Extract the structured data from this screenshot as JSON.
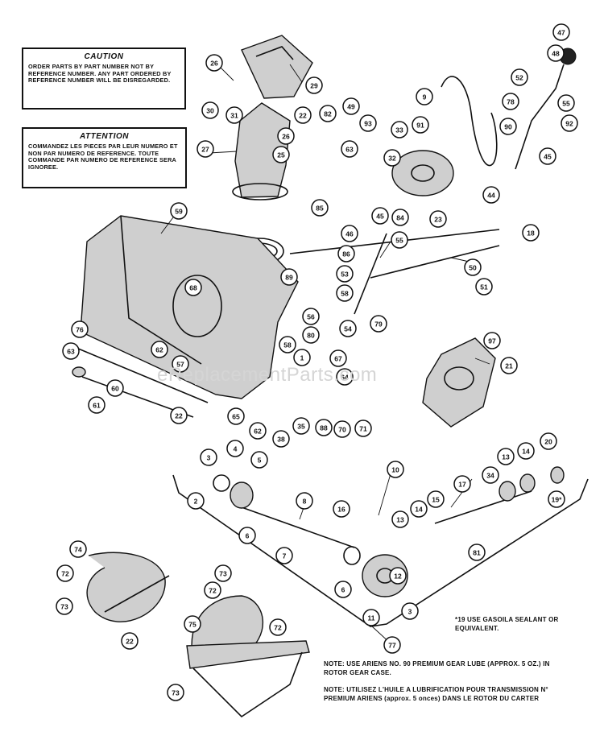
{
  "caution": {
    "title": "CAUTION",
    "text": "ORDER PARTS BY PART NUMBER NOT BY REFERENCE NUMBER. ANY PART ORDERED BY REFERENCE NUMBER WILL BE DISREGARDED."
  },
  "attention": {
    "title": "ATTENTION",
    "text": "COMMANDEZ LES PIECES PAR LEUR NUMERO ET NON PAR NUMERO DE REFERENCE. TOUTE COMMANDE PAR NUMERO DE REFERENCE SERA IGNOREE."
  },
  "watermark": "eReplacementParts.com",
  "notes": {
    "sealant": "*19 USE GASOILA SEALANT OR EQUIVALENT.",
    "gear_lube": "NOTE: USE ARIENS NO. 90 PREMIUM GEAR LUBE (APPROX. 5 OZ.) IN ROTOR GEAR CASE.",
    "gear_lube_fr": "NOTE: UTILISEZ L'HUILE A LUBRIFICATION POUR TRANSMISSION N° PREMIUM ARIENS (approx. 5 onces) DANS LE ROTOR DU CARTER"
  },
  "callouts": [
    {
      "label": "47"
    },
    {
      "label": "48"
    },
    {
      "label": "52"
    },
    {
      "label": "78"
    },
    {
      "label": "55"
    },
    {
      "label": "90"
    },
    {
      "label": "92"
    },
    {
      "label": "45"
    },
    {
      "label": "26"
    },
    {
      "label": "29"
    },
    {
      "label": "30"
    },
    {
      "label": "31"
    },
    {
      "label": "27"
    },
    {
      "label": "22"
    },
    {
      "label": "26"
    },
    {
      "label": "25"
    },
    {
      "label": "82"
    },
    {
      "label": "49"
    },
    {
      "label": "93"
    },
    {
      "label": "63"
    },
    {
      "label": "32"
    },
    {
      "label": "33"
    },
    {
      "label": "91"
    },
    {
      "label": "9"
    },
    {
      "label": "44"
    },
    {
      "label": "18"
    },
    {
      "label": "85"
    },
    {
      "label": "45"
    },
    {
      "label": "84"
    },
    {
      "label": "23"
    },
    {
      "label": "46"
    },
    {
      "label": "59"
    },
    {
      "label": "55"
    },
    {
      "label": "86"
    },
    {
      "label": "53"
    },
    {
      "label": "89"
    },
    {
      "label": "58"
    },
    {
      "label": "50"
    },
    {
      "label": "51"
    },
    {
      "label": "68"
    },
    {
      "label": "56"
    },
    {
      "label": "80"
    },
    {
      "label": "54"
    },
    {
      "label": "79"
    },
    {
      "label": "58"
    },
    {
      "label": "1"
    },
    {
      "label": "76"
    },
    {
      "label": "63"
    },
    {
      "label": "62"
    },
    {
      "label": "57"
    },
    {
      "label": "97"
    },
    {
      "label": "21"
    },
    {
      "label": "67"
    },
    {
      "label": "64"
    },
    {
      "label": "60"
    },
    {
      "label": "61"
    },
    {
      "label": "22"
    },
    {
      "label": "65"
    },
    {
      "label": "62"
    },
    {
      "label": "35"
    },
    {
      "label": "38"
    },
    {
      "label": "88"
    },
    {
      "label": "70"
    },
    {
      "label": "71"
    },
    {
      "label": "3"
    },
    {
      "label": "4"
    },
    {
      "label": "5"
    },
    {
      "label": "2"
    },
    {
      "label": "10"
    },
    {
      "label": "34"
    },
    {
      "label": "13"
    },
    {
      "label": "14"
    },
    {
      "label": "20"
    },
    {
      "label": "19*"
    },
    {
      "label": "8"
    },
    {
      "label": "16"
    },
    {
      "label": "17"
    },
    {
      "label": "6"
    },
    {
      "label": "13"
    },
    {
      "label": "14"
    },
    {
      "label": "15"
    },
    {
      "label": "7"
    },
    {
      "label": "81"
    },
    {
      "label": "12"
    },
    {
      "label": "6"
    },
    {
      "label": "11"
    },
    {
      "label": "3"
    },
    {
      "label": "74"
    },
    {
      "label": "72"
    },
    {
      "label": "73"
    },
    {
      "label": "22"
    },
    {
      "label": "73"
    },
    {
      "label": "72"
    },
    {
      "label": "75"
    },
    {
      "label": "72"
    },
    {
      "label": "73"
    },
    {
      "label": "77"
    }
  ]
}
